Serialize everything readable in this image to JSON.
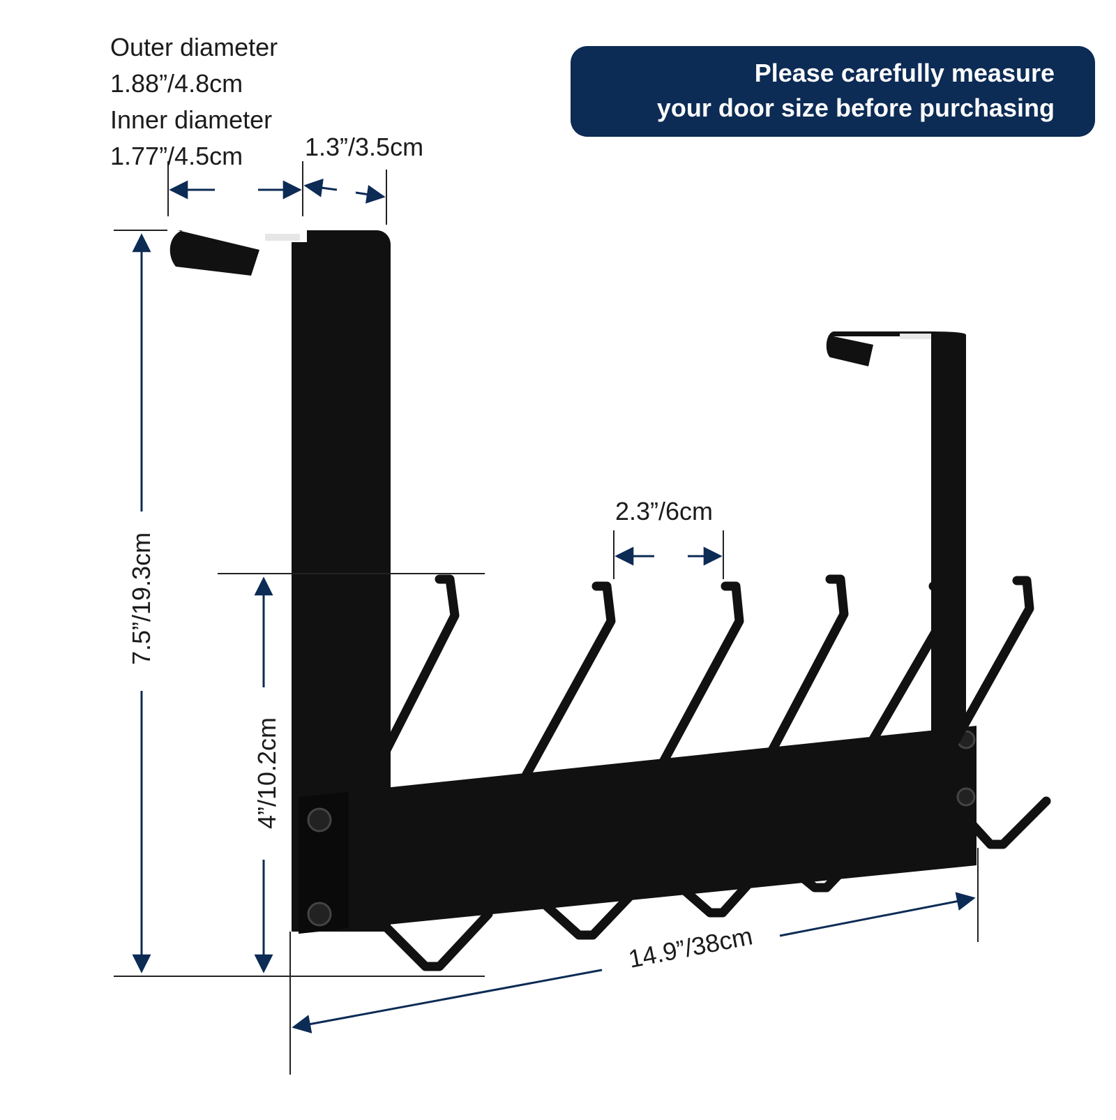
{
  "notice": {
    "line1": "Please carefully measure",
    "line2": "your door size before purchasing",
    "bg_color": "#0c2b55",
    "text_color": "#ffffff"
  },
  "diameter": {
    "outer_label": "Outer diameter",
    "outer_value": "1.88”/4.8cm",
    "inner_label": "Inner diameter",
    "inner_value": "1.77”/4.5cm"
  },
  "dimensions": {
    "hook_width": "1.3”/3.5cm",
    "hook_spacing": "2.3”/6cm",
    "total_height": "7.5”/19.3cm",
    "hook_height": "4”/10.2cm",
    "total_width": "14.9”/38cm"
  },
  "colors": {
    "dimension_line": "#0c2b55",
    "product": "#111111",
    "guide_line": "#222222"
  }
}
